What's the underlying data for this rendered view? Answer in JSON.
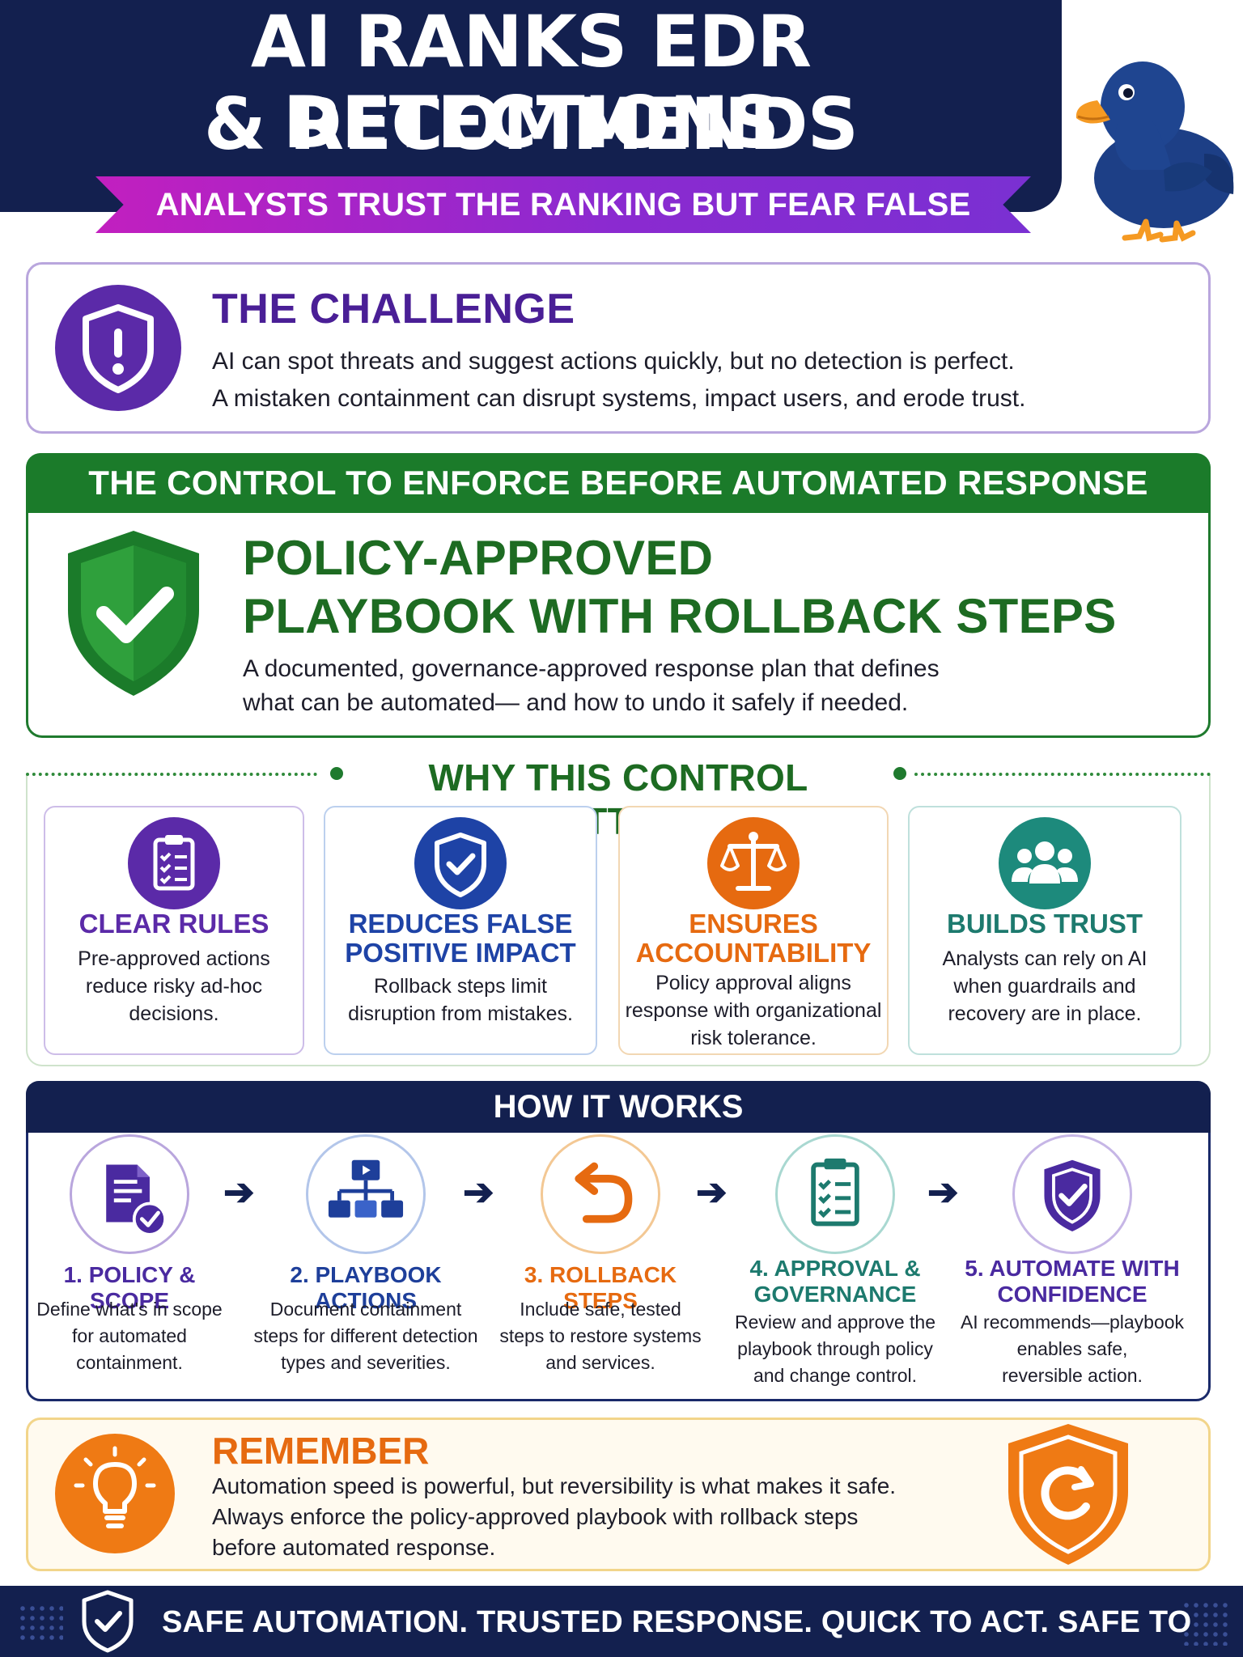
{
  "header": {
    "title_line1": "AI RANKS EDR DETECTIONS",
    "title_line2": "& RECOMMENDS CONTAINMENT",
    "subtitle": "ANALYSTS TRUST THE RANKING BUT FEAR FALSE POSITIVES"
  },
  "challenge": {
    "title": "THE CHALLENGE",
    "line1": "AI can spot threats and suggest actions quickly, but no detection is perfect.",
    "line2": "A mistaken containment can disrupt systems, impact users, and erode trust.",
    "icon": "shield-exclamation-icon"
  },
  "control": {
    "banner": "THE CONTROL TO ENFORCE BEFORE AUTOMATED RESPONSE",
    "title_line1": "POLICY-APPROVED",
    "title_line2": "PLAYBOOK WITH ROLLBACK STEPS",
    "desc_line1": "A documented, governance-approved response plan that defines",
    "desc_line2": "what can be automated— and how to undo it safely if needed.",
    "icon": "shield-check-icon"
  },
  "why": {
    "title": "WHY THIS CONTROL MATTERS",
    "cards": [
      {
        "title_l1": "CLEAR RULES",
        "title_l2": "",
        "text_l1": "Pre-approved actions",
        "text_l2": "reduce risky ad-hoc",
        "text_l3": "decisions.",
        "color": "#5b2aa8",
        "icon": "clipboard-checklist-icon"
      },
      {
        "title_l1": "REDUCES FALSE",
        "title_l2": "POSITIVE IMPACT",
        "text_l1": "Rollback steps limit",
        "text_l2": "disruption from mistakes.",
        "text_l3": "",
        "color": "#1e43a6",
        "icon": "shield-check-icon"
      },
      {
        "title_l1": "ENSURES",
        "title_l2": "ACCOUNTABILITY",
        "text_l1": "Policy approval aligns",
        "text_l2": "response with organizational",
        "text_l3": "risk tolerance.",
        "color": "#e66a10",
        "icon": "scales-icon"
      },
      {
        "title_l1": "BUILDS TRUST",
        "title_l2": "",
        "text_l1": "Analysts can rely on AI",
        "text_l2": "when guardrails and",
        "text_l3": "recovery are in place.",
        "color": "#1d7a6e",
        "icon": "people-group-icon"
      }
    ]
  },
  "how": {
    "title": "HOW IT WORKS",
    "steps": [
      {
        "title_l1": "1. POLICY & SCOPE",
        "title_l2": "",
        "text_l1": "Define what's in scope",
        "text_l2": "for automated",
        "text_l3": "containment.",
        "color": "#4a2aa0",
        "icon": "document-check-icon"
      },
      {
        "title_l1": "2. PLAYBOOK ACTIONS",
        "title_l2": "",
        "text_l1": "Document containment",
        "text_l2": "steps for different detection",
        "text_l3": "types and severities.",
        "color": "#1e3f9a",
        "icon": "playbook-flow-icon"
      },
      {
        "title_l1": "3. ROLLBACK STEPS",
        "title_l2": "",
        "text_l1": "Include safe, tested",
        "text_l2": "steps to restore systems",
        "text_l3": "and services.",
        "color": "#e66a10",
        "icon": "undo-arrow-icon"
      },
      {
        "title_l1": "4. APPROVAL &",
        "title_l2": "GOVERNANCE",
        "text_l1": "Review and approve the",
        "text_l2": "playbook through policy",
        "text_l3": "and change control.",
        "color": "#1d7a6e",
        "icon": "clipboard-checklist-icon"
      },
      {
        "title_l1": "5. AUTOMATE WITH",
        "title_l2": "CONFIDENCE",
        "text_l1": "AI recommends—playbook",
        "text_l2": "enables safe,",
        "text_l3": "reversible action.",
        "color": "#4a2aa0",
        "icon": "shield-check-icon"
      }
    ]
  },
  "remember": {
    "title": "REMEMBER",
    "line1": "Automation speed is powerful, but reversibility is what makes it safe.",
    "line2": "Always enforce the policy-approved playbook with rollback steps",
    "line3": "before automated response.",
    "icon": "lightbulb-icon"
  },
  "footer": {
    "text": "SAFE AUTOMATION. TRUSTED RESPONSE. QUICK TO ACT. SAFE TO RECOVER."
  }
}
